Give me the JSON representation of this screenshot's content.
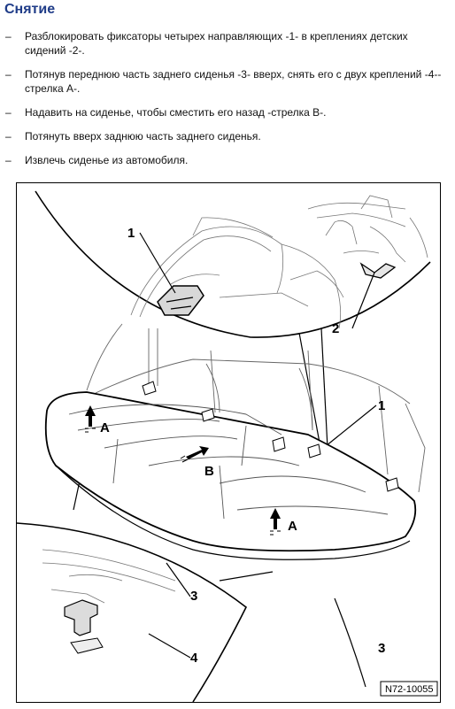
{
  "section_title": "Снятие",
  "steps": [
    {
      "dash": "–",
      "text": "Разблокировать фиксаторы четырех направляющих -1- в креплениях детских сидений -2-."
    },
    {
      "dash": "–",
      "text": "Потянув переднюю часть заднего сиденья -3- вверх, снять его с двух креплений -4--стрелка А-."
    },
    {
      "dash": "–",
      "text": "Надавить на сиденье, чтобы сместить его назад -стрелка В-."
    },
    {
      "dash": "–",
      "text": "Потянуть вверх заднюю часть заднего сиденья."
    },
    {
      "dash": "–",
      "text": "Извлечь сиденье из автомобиля."
    }
  ],
  "figure": {
    "callouts": {
      "c1_top": "1",
      "c2": "2",
      "c1_right": "1",
      "c3_detail": "3",
      "c3_right": "3",
      "c4": "4",
      "arrow_a_left": "A",
      "arrow_b": "B",
      "arrow_a_right": "A"
    },
    "figure_id": "N72-10055"
  }
}
